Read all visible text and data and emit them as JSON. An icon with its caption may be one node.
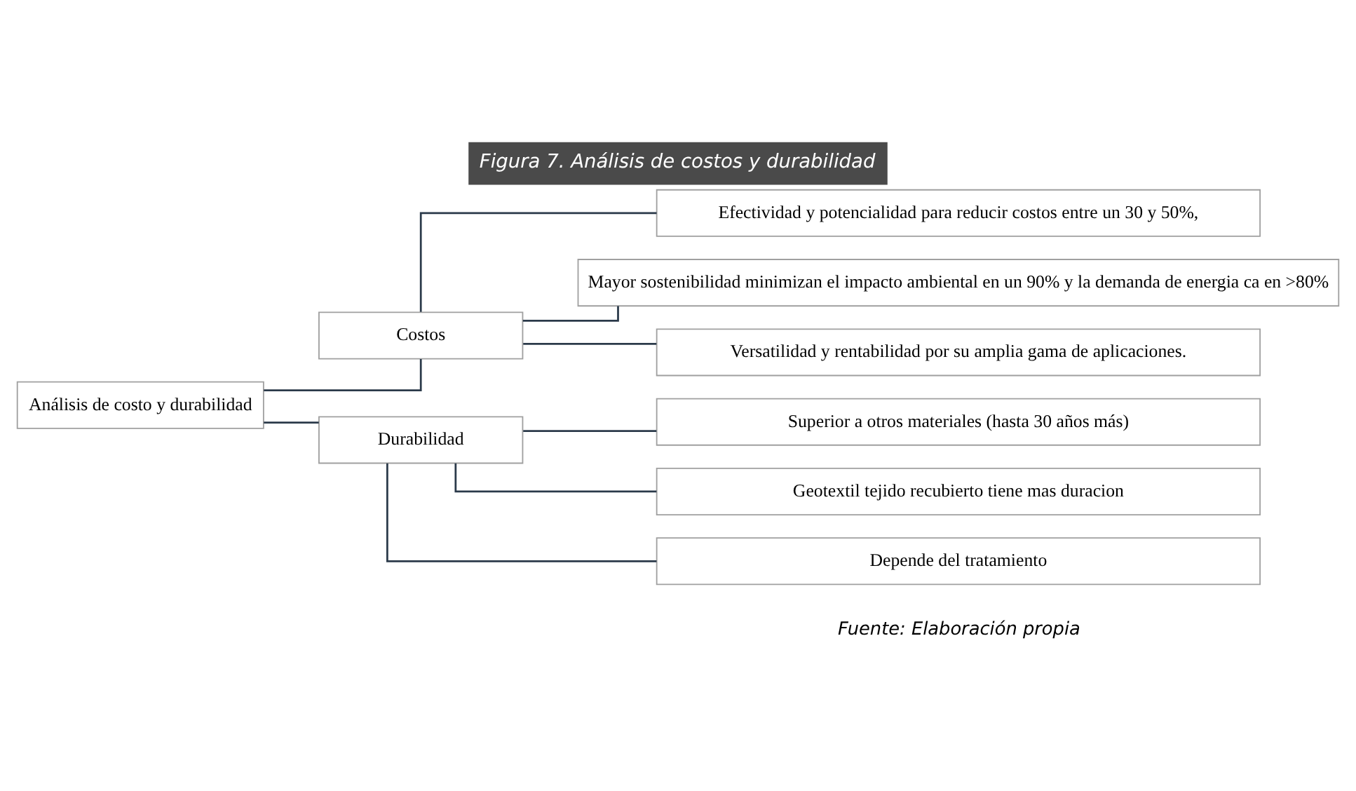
{
  "diagram": {
    "title": "Figura 7. Análisis de costos y durabilidad",
    "caption": "Fuente: Elaboración propia",
    "nodes": [
      {
        "text": [
          "Análisis de costo y durabilidad"
        ]
      },
      {
        "text": [
          "Costos"
        ]
      },
      {
        "text": [
          "Durabilidad"
        ]
      },
      {
        "text": [
          "Efectividad y potencialidad para reducir costos entre un 30 y 50%,"
        ]
      },
      {
        "text": [
          "Mayor sostenibilidad minimizan el impacto ambiental en un 90% y la demanda de energia ca en >80%"
        ]
      },
      {
        "text": [
          "Versatilidad y rentabilidad por su amplia gama de aplicaciones."
        ]
      },
      {
        "text": [
          "Superior a otros materiales (hasta 30 años más)"
        ]
      },
      {
        "text": [
          "Geotextil tejido recubierto tiene mas duracion"
        ]
      },
      {
        "text": [
          "Depende del tratamiento"
        ]
      }
    ],
    "edges": [
      {
        "from": 0,
        "to": 1,
        "arrow": "none"
      },
      {
        "from": 0,
        "to": 2,
        "arrow": "none"
      },
      {
        "from": 1,
        "to": 3,
        "arrow": "none"
      },
      {
        "from": 1,
        "to": 4,
        "arrow": "none"
      },
      {
        "from": 1,
        "to": 5,
        "arrow": "none"
      },
      {
        "from": 2,
        "to": 6,
        "arrow": "none"
      },
      {
        "from": 2,
        "to": 7,
        "arrow": "none"
      },
      {
        "from": 2,
        "to": 8,
        "arrow": "none"
      }
    ]
  }
}
